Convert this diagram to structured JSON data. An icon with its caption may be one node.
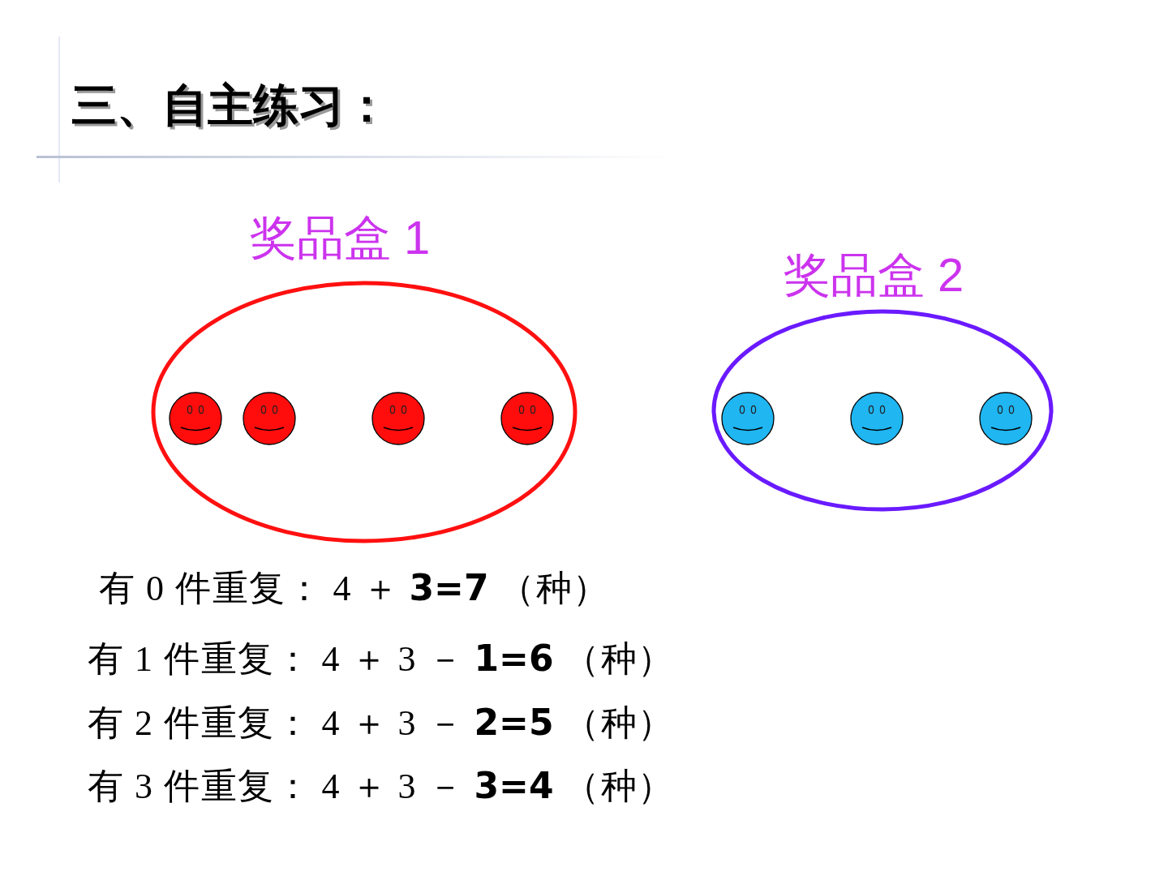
{
  "diagram": {
    "title": "三、自主练习：",
    "nodes": [
      {
        "text": [
          "奖品盒 1"
        ]
      },
      {
        "text": [],
        "shape": "picture",
        "in": 0
      },
      {
        "text": [],
        "shape": "picture",
        "in": 0
      },
      {
        "text": [],
        "shape": "picture",
        "in": 0
      },
      {
        "text": [],
        "shape": "picture",
        "in": 0
      },
      {
        "text": [
          "奖品盒 2"
        ]
      },
      {
        "text": [],
        "shape": "picture",
        "in": 5
      },
      {
        "text": [],
        "shape": "picture",
        "in": 5
      },
      {
        "text": [],
        "shape": "picture",
        "in": 5
      }
    ],
    "labels": [
      "有 0 件重复： 4 ＋ **3=7** （种）",
      "有 1 件重复： 4 ＋ 3 － **1=6** （种）",
      "有 2 件重复： 4 ＋ 3 － **2=5** （种）",
      "有 3 件重复： 4 ＋ 3 － **3=4** （种）"
    ]
  }
}
